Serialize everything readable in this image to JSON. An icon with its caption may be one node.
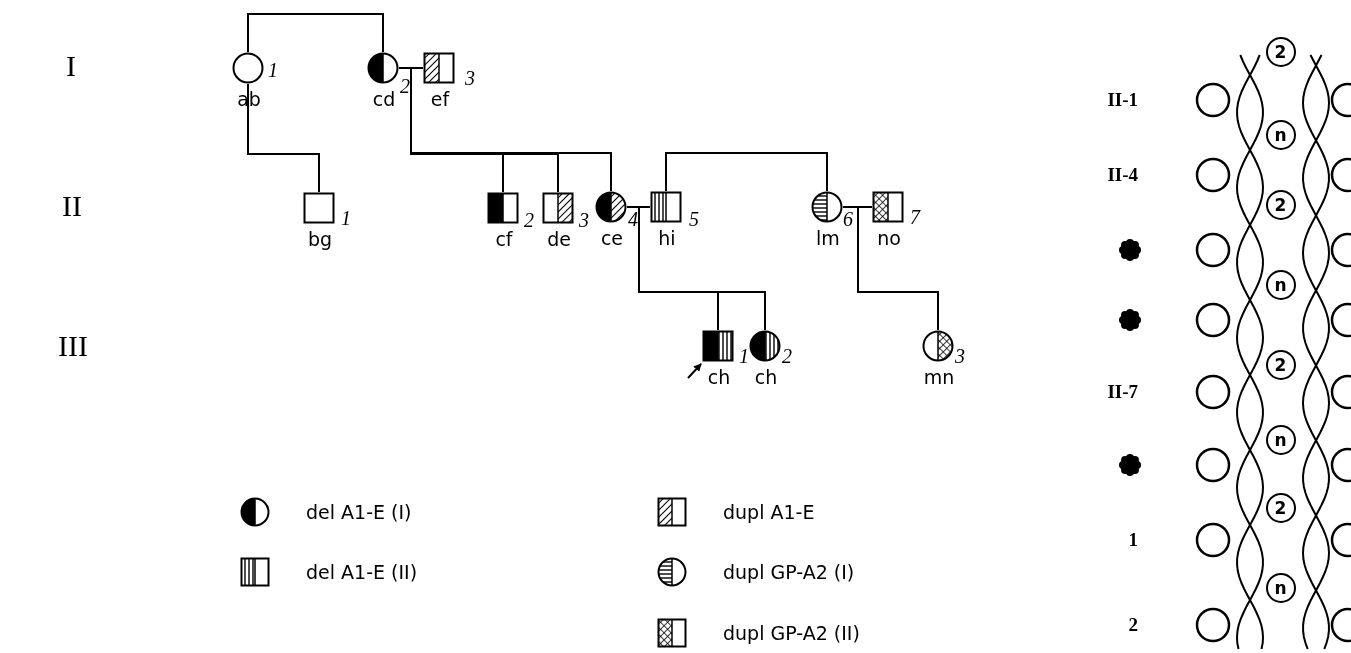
{
  "diagram": {
    "nodes": [
      {
        "text": [
          "ab"
        ],
        "beside": [
          "1"
        ]
      },
      {
        "text": [
          "cd"
        ],
        "beside": [
          "2"
        ]
      },
      {
        "text": [
          "ef"
        ],
        "beside": [
          "3"
        ]
      },
      {
        "text": [
          "bg"
        ],
        "beside": [
          "1"
        ]
      },
      {
        "text": [
          "cf"
        ],
        "beside": [
          "2"
        ]
      },
      {
        "text": [
          "de"
        ],
        "beside": [
          "3"
        ]
      },
      {
        "text": [
          "ce"
        ],
        "beside": [
          "4"
        ]
      },
      {
        "text": [
          "hi"
        ],
        "beside": [
          "5"
        ]
      },
      {
        "text": [
          "lm"
        ],
        "beside": [
          "6"
        ]
      },
      {
        "text": [
          "no"
        ],
        "beside": [
          "7"
        ]
      },
      {
        "text": [
          "ch"
        ],
        "beside": [
          "1"
        ]
      },
      {
        "text": [
          "ch"
        ],
        "beside": [
          "2"
        ]
      },
      {
        "text": [
          "mn"
        ],
        "beside": [
          "3"
        ]
      },
      {
        "text": [
          "2"
        ]
      },
      {
        "text": [
          "n"
        ]
      },
      {
        "text": [
          "2"
        ]
      },
      {
        "text": [
          "n"
        ]
      },
      {
        "text": [
          "2"
        ]
      },
      {
        "text": [
          "n"
        ]
      },
      {
        "text": [
          "2"
        ]
      },
      {
        "text": [
          "n"
        ]
      }
    ],
    "edges": [
      {
        "from": 0,
        "to": 1,
        "arrow": "none"
      },
      {
        "from": 0,
        "to": 3,
        "arrow": "none"
      },
      {
        "from": 1,
        "to": 2,
        "arrow": "none"
      },
      {
        "from": 1,
        "to": 4,
        "arrow": "none"
      },
      {
        "from": 1,
        "to": 5,
        "arrow": "none"
      },
      {
        "from": 1,
        "to": 6,
        "arrow": "none"
      },
      {
        "from": 6,
        "to": 7,
        "arrow": "none"
      },
      {
        "from": 7,
        "to": 8,
        "arrow": "none"
      },
      {
        "from": 8,
        "to": 9,
        "arrow": "none"
      },
      {
        "from": 6,
        "to": 10,
        "arrow": "none"
      },
      {
        "from": 6,
        "to": 11,
        "arrow": "none"
      },
      {
        "from": 8,
        "to": 12,
        "arrow": "none"
      },
      {
        "from": null,
        "to": 10,
        "arrow": "to"
      }
    ],
    "labels": [
      "I",
      "II",
      "III",
      "II-1",
      "II-4",
      "II-7",
      "1",
      "2"
    ],
    "legend": [
      {
        "text": "del A1-E (I)"
      },
      {
        "text": "del A1-E (II)"
      },
      {
        "text": "dupl A1-E"
      },
      {
        "text": "dupl GP-A2 (I)"
      },
      {
        "text": "dupl GP-A2 (II)"
      }
    ]
  }
}
